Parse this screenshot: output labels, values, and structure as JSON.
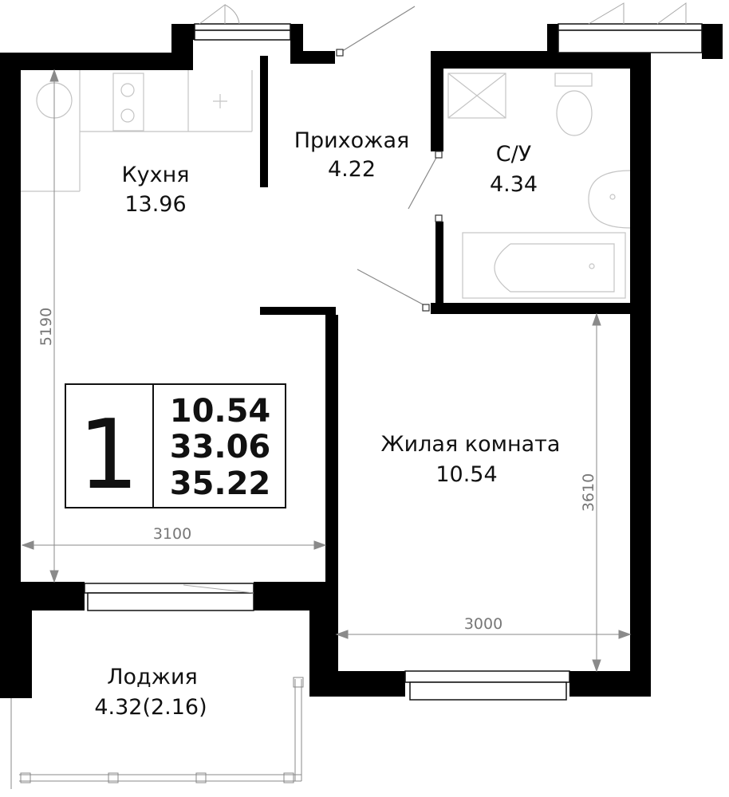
{
  "rooms": {
    "kitchen": {
      "name": "Кухня",
      "area": "13.96"
    },
    "hallway": {
      "name": "Прихожая",
      "area": "4.22"
    },
    "bathroom": {
      "name": "С/У",
      "area": "4.34"
    },
    "living": {
      "name": "Жилая комната",
      "area": "10.54"
    },
    "loggia": {
      "name": "Лоджия",
      "area": "4.32(2.16)"
    }
  },
  "dimensions": {
    "kitchen_height": "5190",
    "kitchen_width": "3100",
    "living_height": "3610",
    "living_width": "3000"
  },
  "summary": {
    "rooms_count": "1",
    "living_area": "10.54",
    "total_area": "33.06",
    "total_with_loggia": "35.22"
  },
  "colors": {
    "wall": "#000000",
    "fixture_line": "#bbbbbb",
    "dimension_line": "#8a8a8a"
  }
}
